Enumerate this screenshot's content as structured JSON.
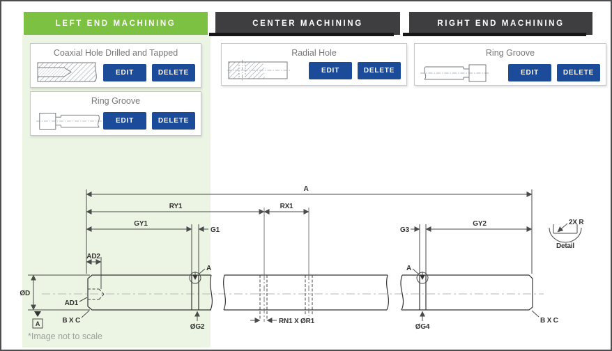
{
  "tabs": [
    {
      "label": "LEFT END MACHINING",
      "active": true
    },
    {
      "label": "CENTER MACHINING",
      "active": false
    },
    {
      "label": "RIGHT END MACHINING",
      "active": false
    }
  ],
  "sections": {
    "left": {
      "cards": [
        {
          "title": "Coaxial Hole Drilled and Tapped",
          "thumbnail": "coaxial-hole-thumbnail"
        },
        {
          "title": "Ring Groove",
          "thumbnail": "ring-groove-thumbnail"
        }
      ]
    },
    "center": {
      "cards": [
        {
          "title": "Radial Hole",
          "thumbnail": "radial-hole-thumbnail"
        }
      ]
    },
    "right": {
      "cards": [
        {
          "title": "Ring Groove",
          "thumbnail": "ring-groove-thumbnail"
        }
      ]
    }
  },
  "buttons": {
    "edit": "EDIT",
    "delete": "DELETE"
  },
  "drawing": {
    "labels": {
      "overall_length": "A",
      "ry1": "RY1",
      "rx1": "RX1",
      "gy1": "GY1",
      "g1": "G1",
      "g3": "G3",
      "gy2": "GY2",
      "ad1": "AD1",
      "ad2": "AD2",
      "shaft_diameter": "ØD",
      "chamfer": "B X C",
      "groove2_diameter": "ØG2",
      "groove4_diameter": "ØG4",
      "radial_hole": "RN1 X ØR1",
      "datum": "A",
      "groove_marker": "A",
      "detail_radius": "2X R",
      "detail_caption": "Detail"
    }
  },
  "note": "*Image not to scale",
  "colors": {
    "active_tab_green": "#7cc142",
    "inactive_tab_dark": "#3e3e40",
    "button_navy": "#1c4b99",
    "left_column_tint": "#ecf5e3",
    "card_border": "#c6c8ca",
    "drawing_line": "#4a4a4a"
  }
}
